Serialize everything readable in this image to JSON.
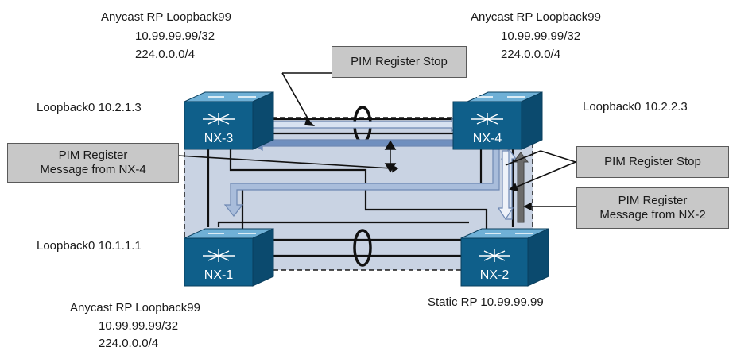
{
  "labels": {
    "nx3_rp": {
      "title": "Anycast RP Loopback99",
      "addr": "10.99.99.99/32",
      "group": "224.0.0.0/4"
    },
    "nx4_rp": {
      "title": "Anycast RP Loopback99",
      "addr": "10.99.99.99/32",
      "group": "224.0.0.0/4"
    },
    "nx1_rp": {
      "title": "Anycast RP Loopback99",
      "addr": "10.99.99.99/32",
      "group": "224.0.0.0/4"
    },
    "nx3_loopback0": "Loopback0 10.2.1.3",
    "nx4_loopback0": "Loopback0 10.2.2.3",
    "nx1_loopback0": "Loopback0 10.1.1.1",
    "static_rp": "Static RP 10.99.99.99"
  },
  "callouts": {
    "register_stop_top": "PIM Register Stop",
    "register_msg_nx4": {
      "line1": "PIM Register",
      "line2": "Message from NX-4"
    },
    "register_stop_right": "PIM Register Stop",
    "register_msg_nx2": {
      "line1": "PIM Register",
      "line2": "Message from NX-2"
    }
  },
  "switches": {
    "nx3": "NX-3",
    "nx4": "NX-4",
    "nx1": "NX-1",
    "nx2": "NX-2"
  },
  "colors": {
    "switch_blue": "#0f5f8a",
    "switch_top": "#1d7fb3",
    "region_fill": "#c9d3e3",
    "arrow_light": "#8ea7cc",
    "arrow_dark": "#6b6b6b"
  }
}
